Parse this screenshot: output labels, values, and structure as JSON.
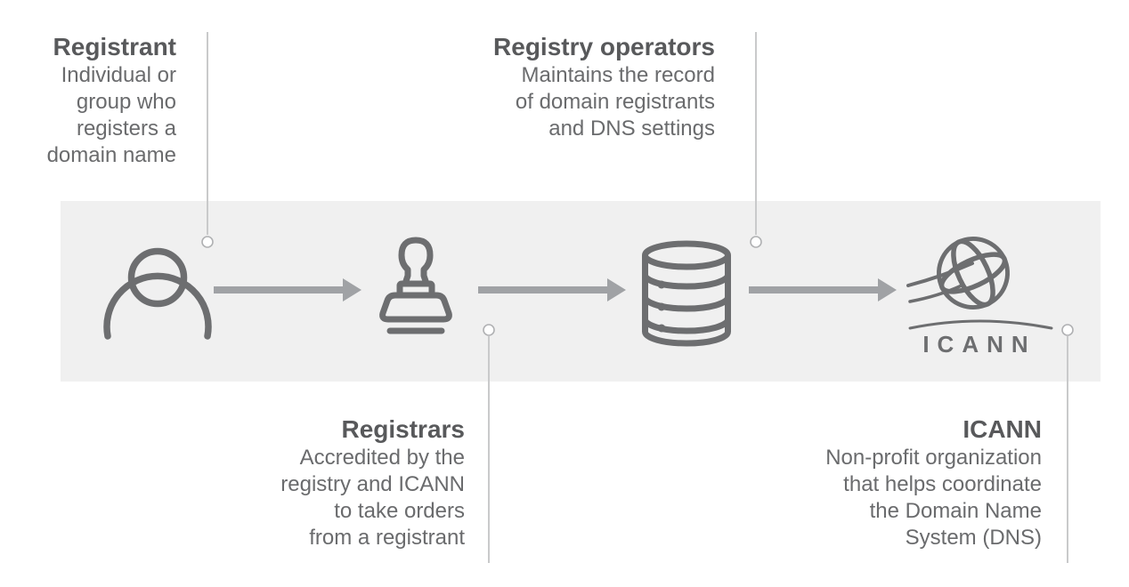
{
  "diagram": {
    "entities": [
      {
        "title": "Registrant",
        "desc_lines": [
          "Individual or",
          "group who",
          "registers a",
          "domain name"
        ],
        "icon": "person-icon"
      },
      {
        "title": "Registrars",
        "desc_lines": [
          "Accredited by the",
          "registry and ICANN",
          "to take orders",
          "from a registrant"
        ],
        "icon": "rubber-stamp-icon"
      },
      {
        "title": "Registry operators",
        "desc_lines": [
          "Maintains the record",
          "of domain registrants",
          "and DNS settings"
        ],
        "icon": "database-icon"
      },
      {
        "title": "ICANN",
        "desc_lines": [
          "Non-profit organization",
          "that helps coordinate",
          "the Domain Name",
          "System (DNS)"
        ],
        "icon": "icann-globe-logo"
      }
    ],
    "flow_order": [
      "Registrant",
      "Registrars",
      "Registry operators",
      "ICANN"
    ],
    "logo_text": "ICANN",
    "colors": {
      "band": "#f0f0f0",
      "icon_stroke": "#6d6e70",
      "arrow": "#a0a2a5",
      "title_text": "#58595b",
      "body_text": "#6a6b6d",
      "callout_line": "#c9cacb",
      "callout_circle_stroke": "#b0b1b3"
    }
  }
}
